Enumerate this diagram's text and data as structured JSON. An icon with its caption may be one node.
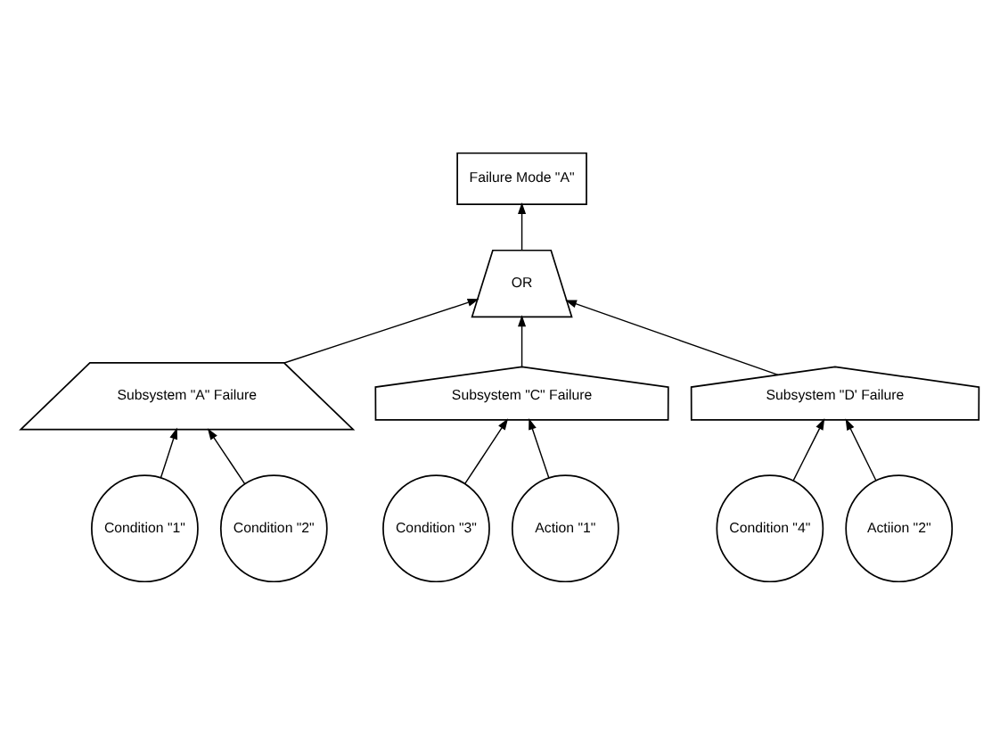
{
  "diagram": {
    "nodes": [
      {
        "text": [
          "Failure Mode \"A\""
        ]
      },
      {
        "text": [
          "OR"
        ]
      },
      {
        "text": [
          "Subsystem \"A\" Failure"
        ]
      },
      {
        "text": [
          "Subsystem \"C\" Failure"
        ]
      },
      {
        "text": [
          "Subsystem \"D' Failure"
        ]
      },
      {
        "text": [
          "Condition \"1\""
        ]
      },
      {
        "text": [
          "Condition \"2\""
        ]
      },
      {
        "text": [
          "Condition \"3\""
        ]
      },
      {
        "text": [
          "Action \"1\""
        ]
      },
      {
        "text": [
          "Condition \"4\""
        ]
      },
      {
        "text": [
          "Actiion \"2\""
        ]
      }
    ],
    "edges": [
      {
        "from": 1,
        "to": 0,
        "arrow": "to"
      },
      {
        "from": 2,
        "to": 1,
        "arrow": "to"
      },
      {
        "from": 3,
        "to": 1,
        "arrow": "to"
      },
      {
        "from": 4,
        "to": 1,
        "arrow": "to"
      },
      {
        "from": 5,
        "to": 2,
        "arrow": "to"
      },
      {
        "from": 6,
        "to": 2,
        "arrow": "to"
      },
      {
        "from": 7,
        "to": 3,
        "arrow": "to"
      },
      {
        "from": 8,
        "to": 3,
        "arrow": "to"
      },
      {
        "from": 9,
        "to": 4,
        "arrow": "to"
      },
      {
        "from": 10,
        "to": 4,
        "arrow": "to"
      }
    ]
  }
}
